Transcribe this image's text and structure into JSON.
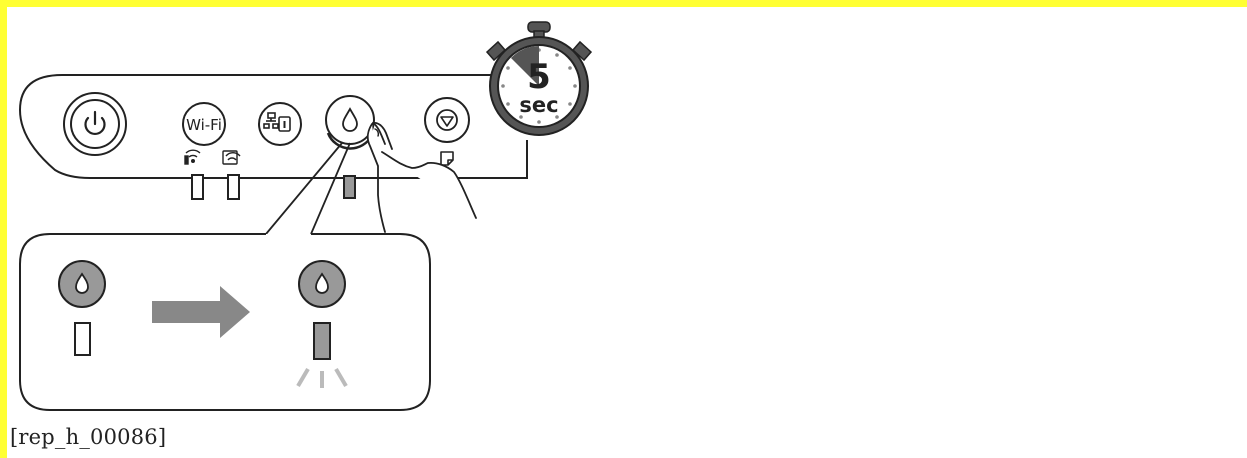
{
  "panel": {
    "wifi_label": "Wi-Fi"
  },
  "timer": {
    "number": "5",
    "unit": "sec"
  },
  "caption": "[rep_h_00086]",
  "colors": {
    "frame": "#ffff33",
    "line": "#222222",
    "gray_fill": "#999999",
    "dark_fill": "#555555",
    "arrow": "#888888",
    "glow": "#bbbbbb"
  }
}
